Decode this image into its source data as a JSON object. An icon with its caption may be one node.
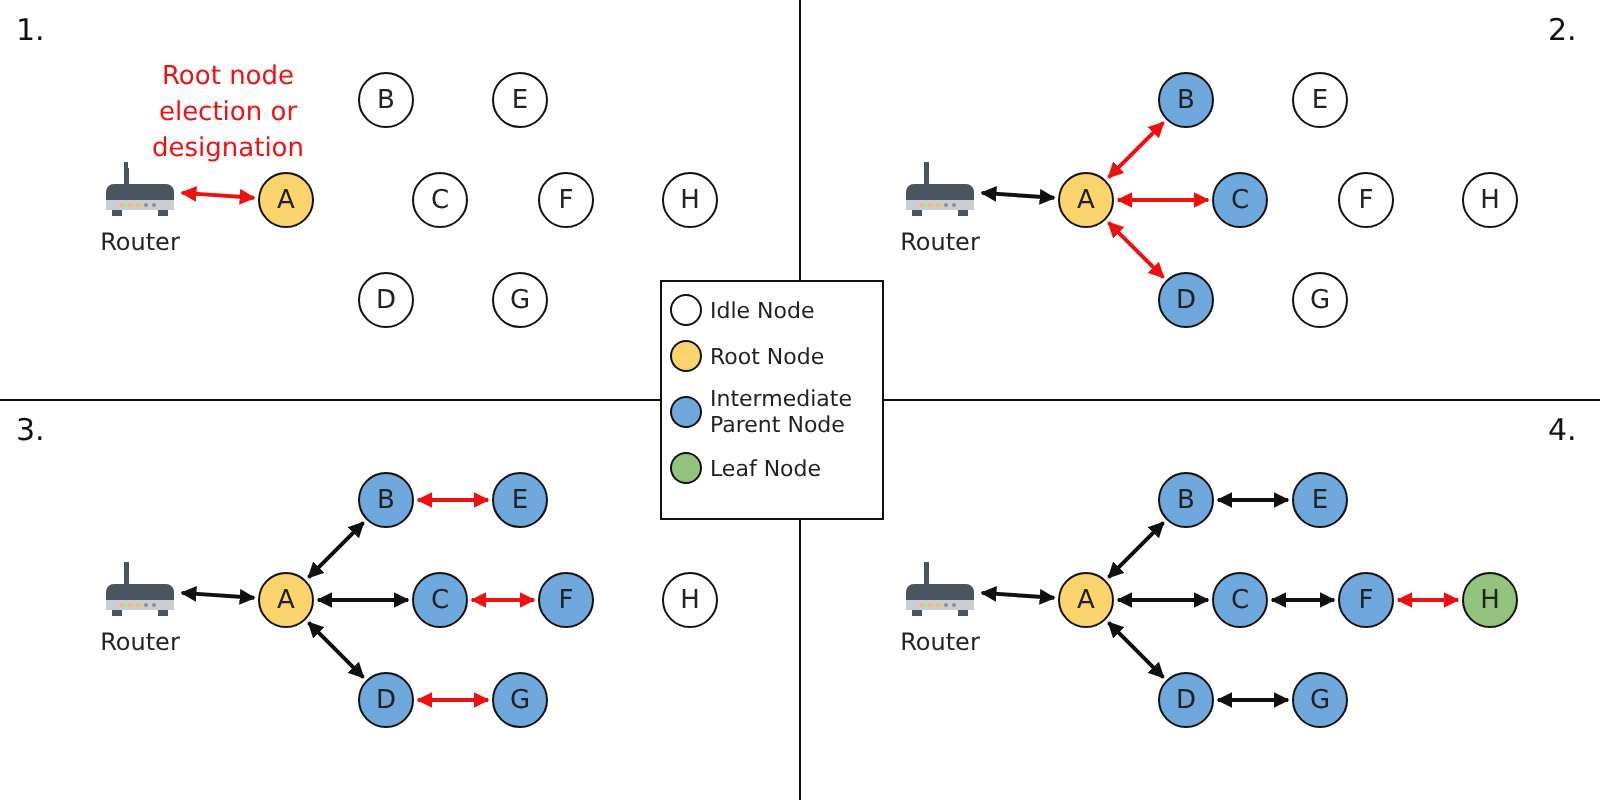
{
  "diagram": {
    "nodes": [
      {
        "text": [
          "Router"
        ]
      },
      {
        "text": [
          "A"
        ]
      },
      {
        "text": [
          "B"
        ]
      },
      {
        "text": [
          "C"
        ]
      },
      {
        "text": [
          "D"
        ]
      },
      {
        "text": [
          "E"
        ]
      },
      {
        "text": [
          "F"
        ]
      },
      {
        "text": [
          "G"
        ]
      },
      {
        "text": [
          "H"
        ]
      },
      {
        "text": [
          "Router"
        ]
      },
      {
        "text": [
          "A"
        ]
      },
      {
        "text": [
          "B"
        ]
      },
      {
        "text": [
          "C"
        ]
      },
      {
        "text": [
          "D"
        ]
      },
      {
        "text": [
          "E"
        ]
      },
      {
        "text": [
          "F"
        ]
      },
      {
        "text": [
          "G"
        ]
      },
      {
        "text": [
          "H"
        ]
      },
      {
        "text": [
          "Router"
        ]
      },
      {
        "text": [
          "A"
        ]
      },
      {
        "text": [
          "B"
        ]
      },
      {
        "text": [
          "C"
        ]
      },
      {
        "text": [
          "D"
        ]
      },
      {
        "text": [
          "E"
        ]
      },
      {
        "text": [
          "F"
        ]
      },
      {
        "text": [
          "G"
        ]
      },
      {
        "text": [
          "H"
        ]
      },
      {
        "text": [
          "Router"
        ]
      },
      {
        "text": [
          "A"
        ]
      },
      {
        "text": [
          "B"
        ]
      },
      {
        "text": [
          "C"
        ]
      },
      {
        "text": [
          "D"
        ]
      },
      {
        "text": [
          "E"
        ]
      },
      {
        "text": [
          "F"
        ]
      },
      {
        "text": [
          "G"
        ]
      },
      {
        "text": [
          "H"
        ]
      }
    ],
    "edges": [
      {
        "from": 0,
        "to": 1,
        "arrow": "both",
        "color": "#ee1111",
        "label": "Root node election or designation"
      },
      {
        "from": 9,
        "to": 10,
        "arrow": "both"
      },
      {
        "from": 10,
        "to": 11,
        "arrow": "both",
        "color": "#ee1111"
      },
      {
        "from": 10,
        "to": 12,
        "arrow": "both",
        "color": "#ee1111"
      },
      {
        "from": 10,
        "to": 13,
        "arrow": "both",
        "color": "#ee1111"
      },
      {
        "from": 18,
        "to": 19,
        "arrow": "both"
      },
      {
        "from": 19,
        "to": 20,
        "arrow": "both"
      },
      {
        "from": 19,
        "to": 21,
        "arrow": "both"
      },
      {
        "from": 19,
        "to": 22,
        "arrow": "both"
      },
      {
        "from": 20,
        "to": 23,
        "arrow": "both",
        "color": "#ee1111"
      },
      {
        "from": 21,
        "to": 24,
        "arrow": "both",
        "color": "#ee1111"
      },
      {
        "from": 22,
        "to": 25,
        "arrow": "both",
        "color": "#ee1111"
      },
      {
        "from": 27,
        "to": 28,
        "arrow": "both"
      },
      {
        "from": 28,
        "to": 29,
        "arrow": "both"
      },
      {
        "from": 28,
        "to": 30,
        "arrow": "both"
      },
      {
        "from": 28,
        "to": 31,
        "arrow": "both"
      },
      {
        "from": 29,
        "to": 32,
        "arrow": "both"
      },
      {
        "from": 30,
        "to": 33,
        "arrow": "both"
      },
      {
        "from": 31,
        "to": 34,
        "arrow": "both"
      },
      {
        "from": 33,
        "to": 35,
        "arrow": "both",
        "color": "#ee1111"
      }
    ],
    "labels": [
      "1.",
      "2.",
      "3.",
      "4."
    ],
    "legend": [
      {
        "text": "Idle Node",
        "color": "#ffffff"
      },
      {
        "text": "Root Node",
        "color": "#fbd46d"
      },
      {
        "text": "Intermediate Parent Node",
        "color": "#6fa8dc"
      },
      {
        "text": "Leaf Node",
        "color": "#93c47d"
      }
    ]
  }
}
